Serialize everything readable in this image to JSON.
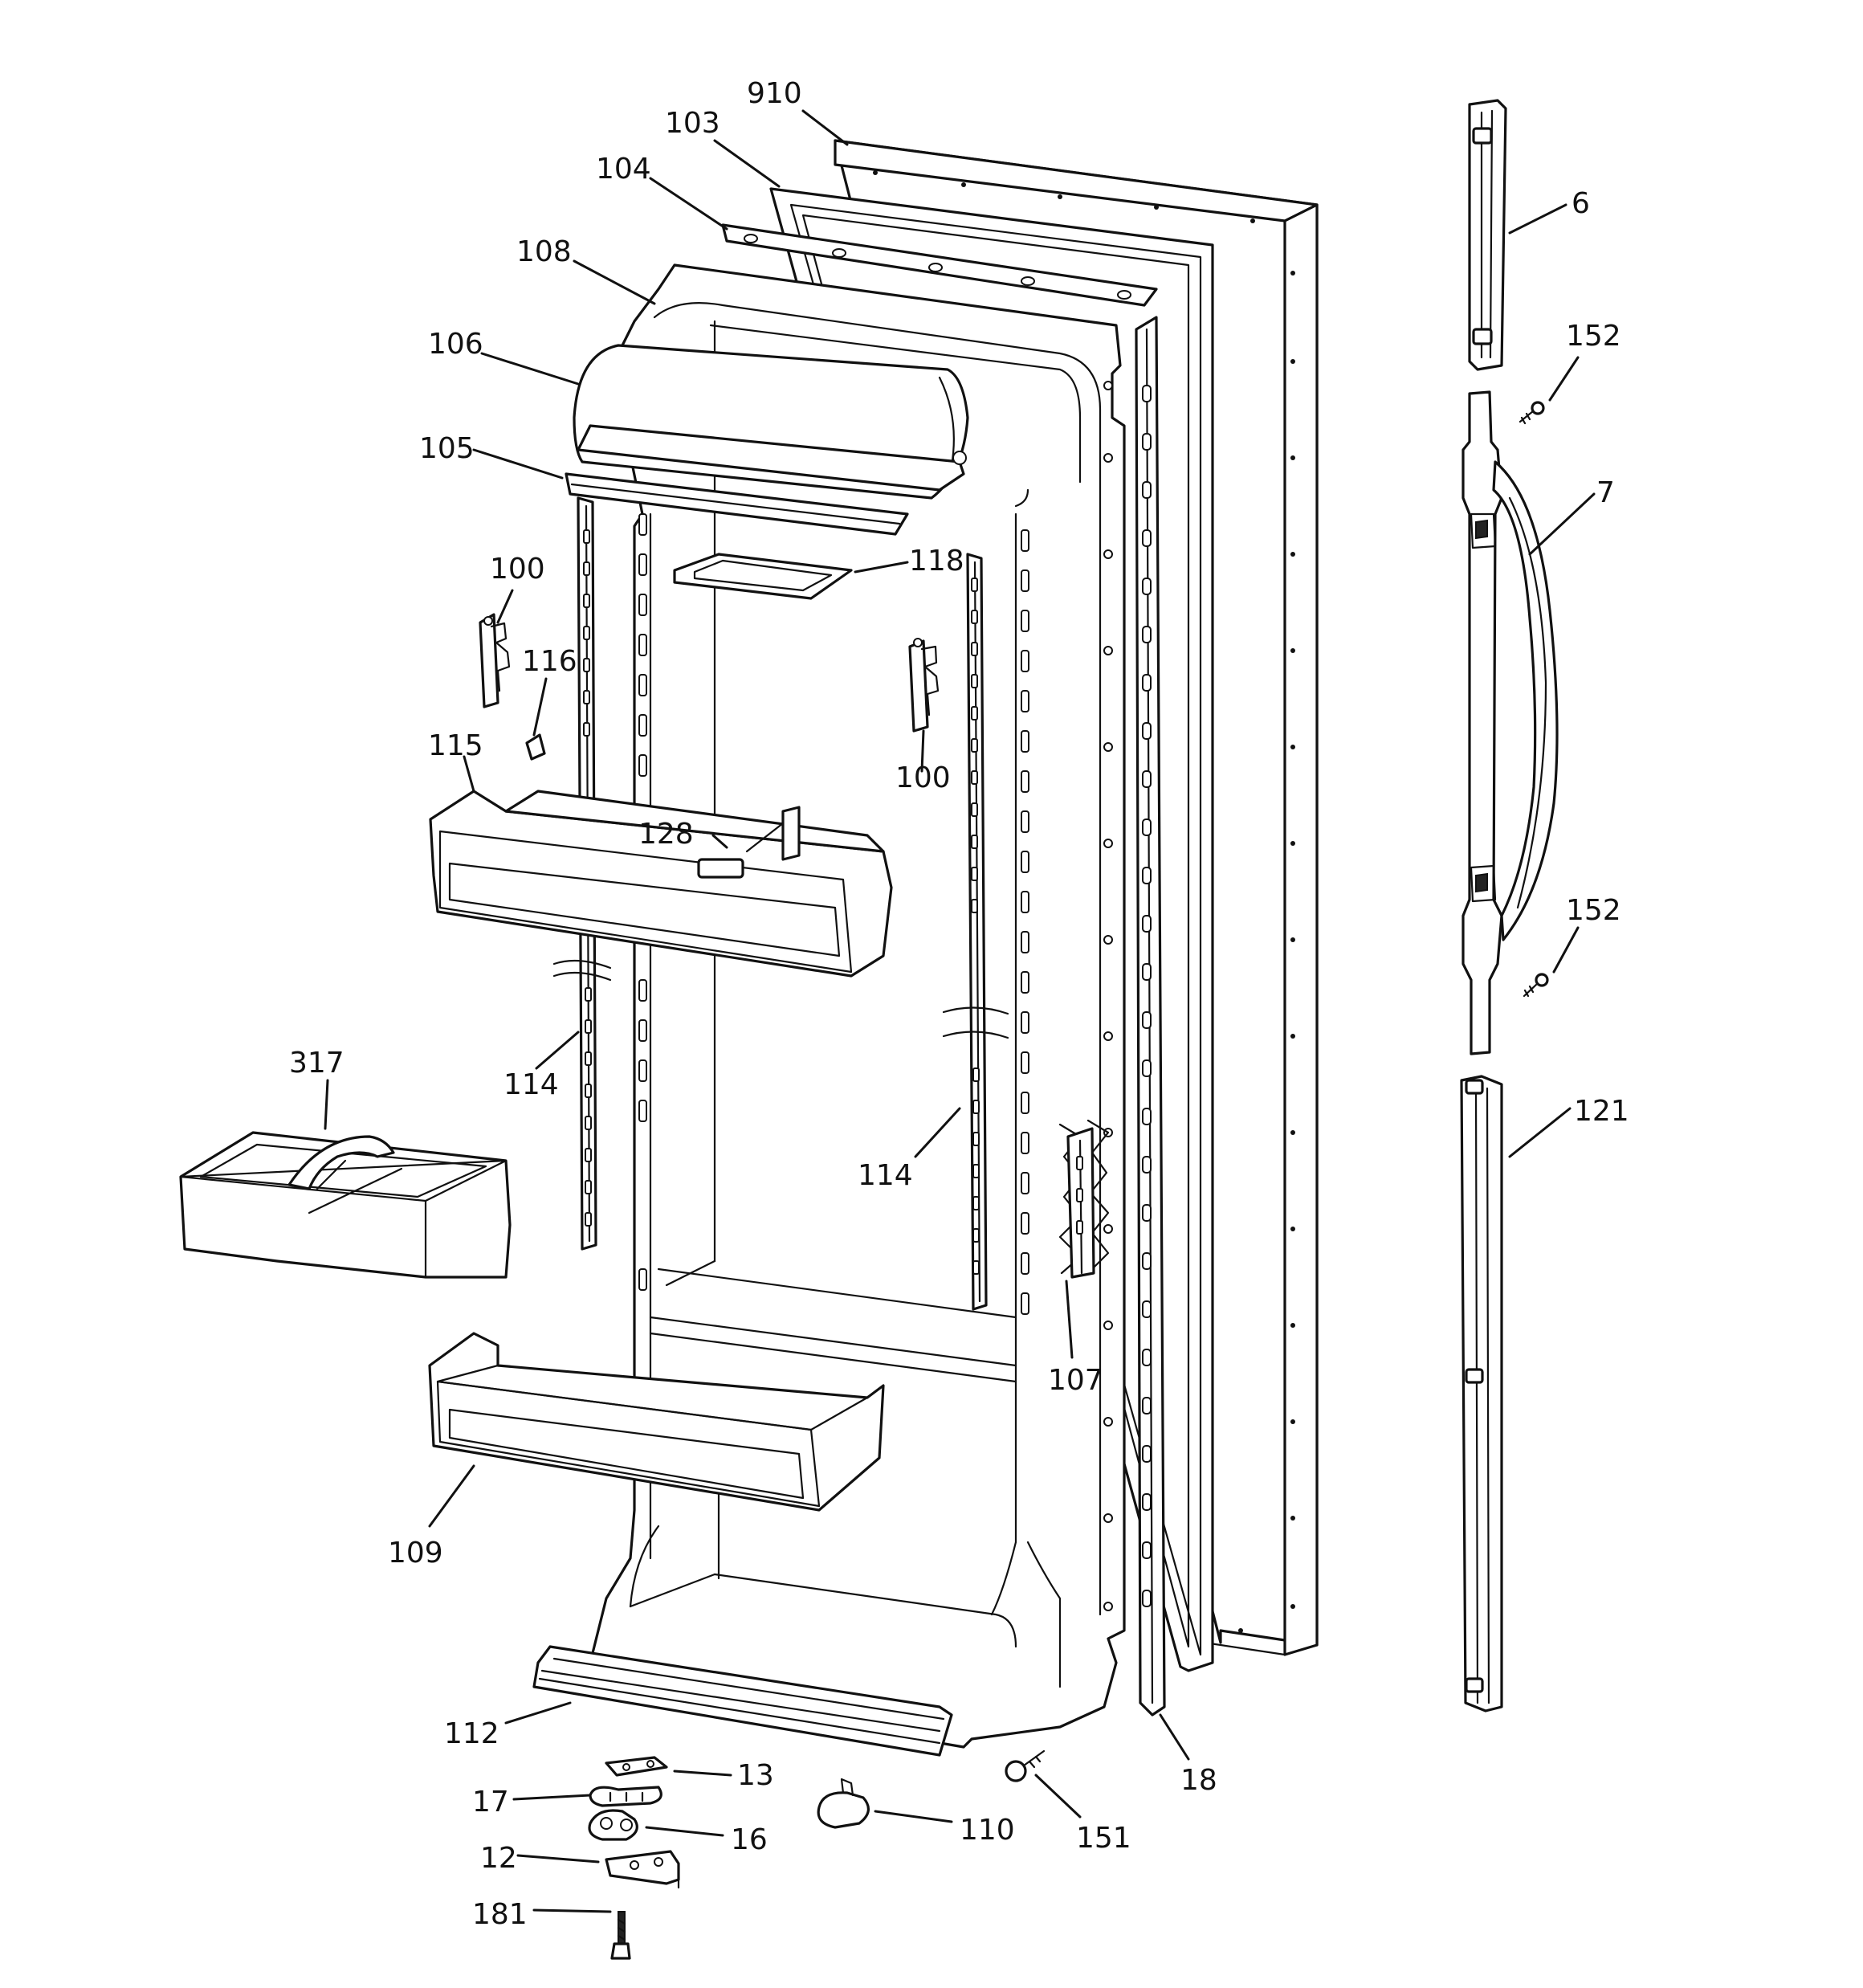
{
  "labels": {
    "l910": "910",
    "l103": "103",
    "l104": "104",
    "l108": "108",
    "l106": "106",
    "l105": "105",
    "l118": "118",
    "l100a": "100",
    "l116": "116",
    "l100b": "100",
    "l115": "115",
    "l128": "128",
    "l317": "317",
    "l114a": "114",
    "l114b": "114",
    "l107": "107",
    "l109": "109",
    "l112": "112",
    "l13": "13",
    "l17": "17",
    "l16": "16",
    "l12": "12",
    "l181": "181",
    "l110": "110",
    "l151": "151",
    "l18": "18",
    "l6": "6",
    "l152a": "152",
    "l7": "7",
    "l152b": "152",
    "l121": "121"
  }
}
